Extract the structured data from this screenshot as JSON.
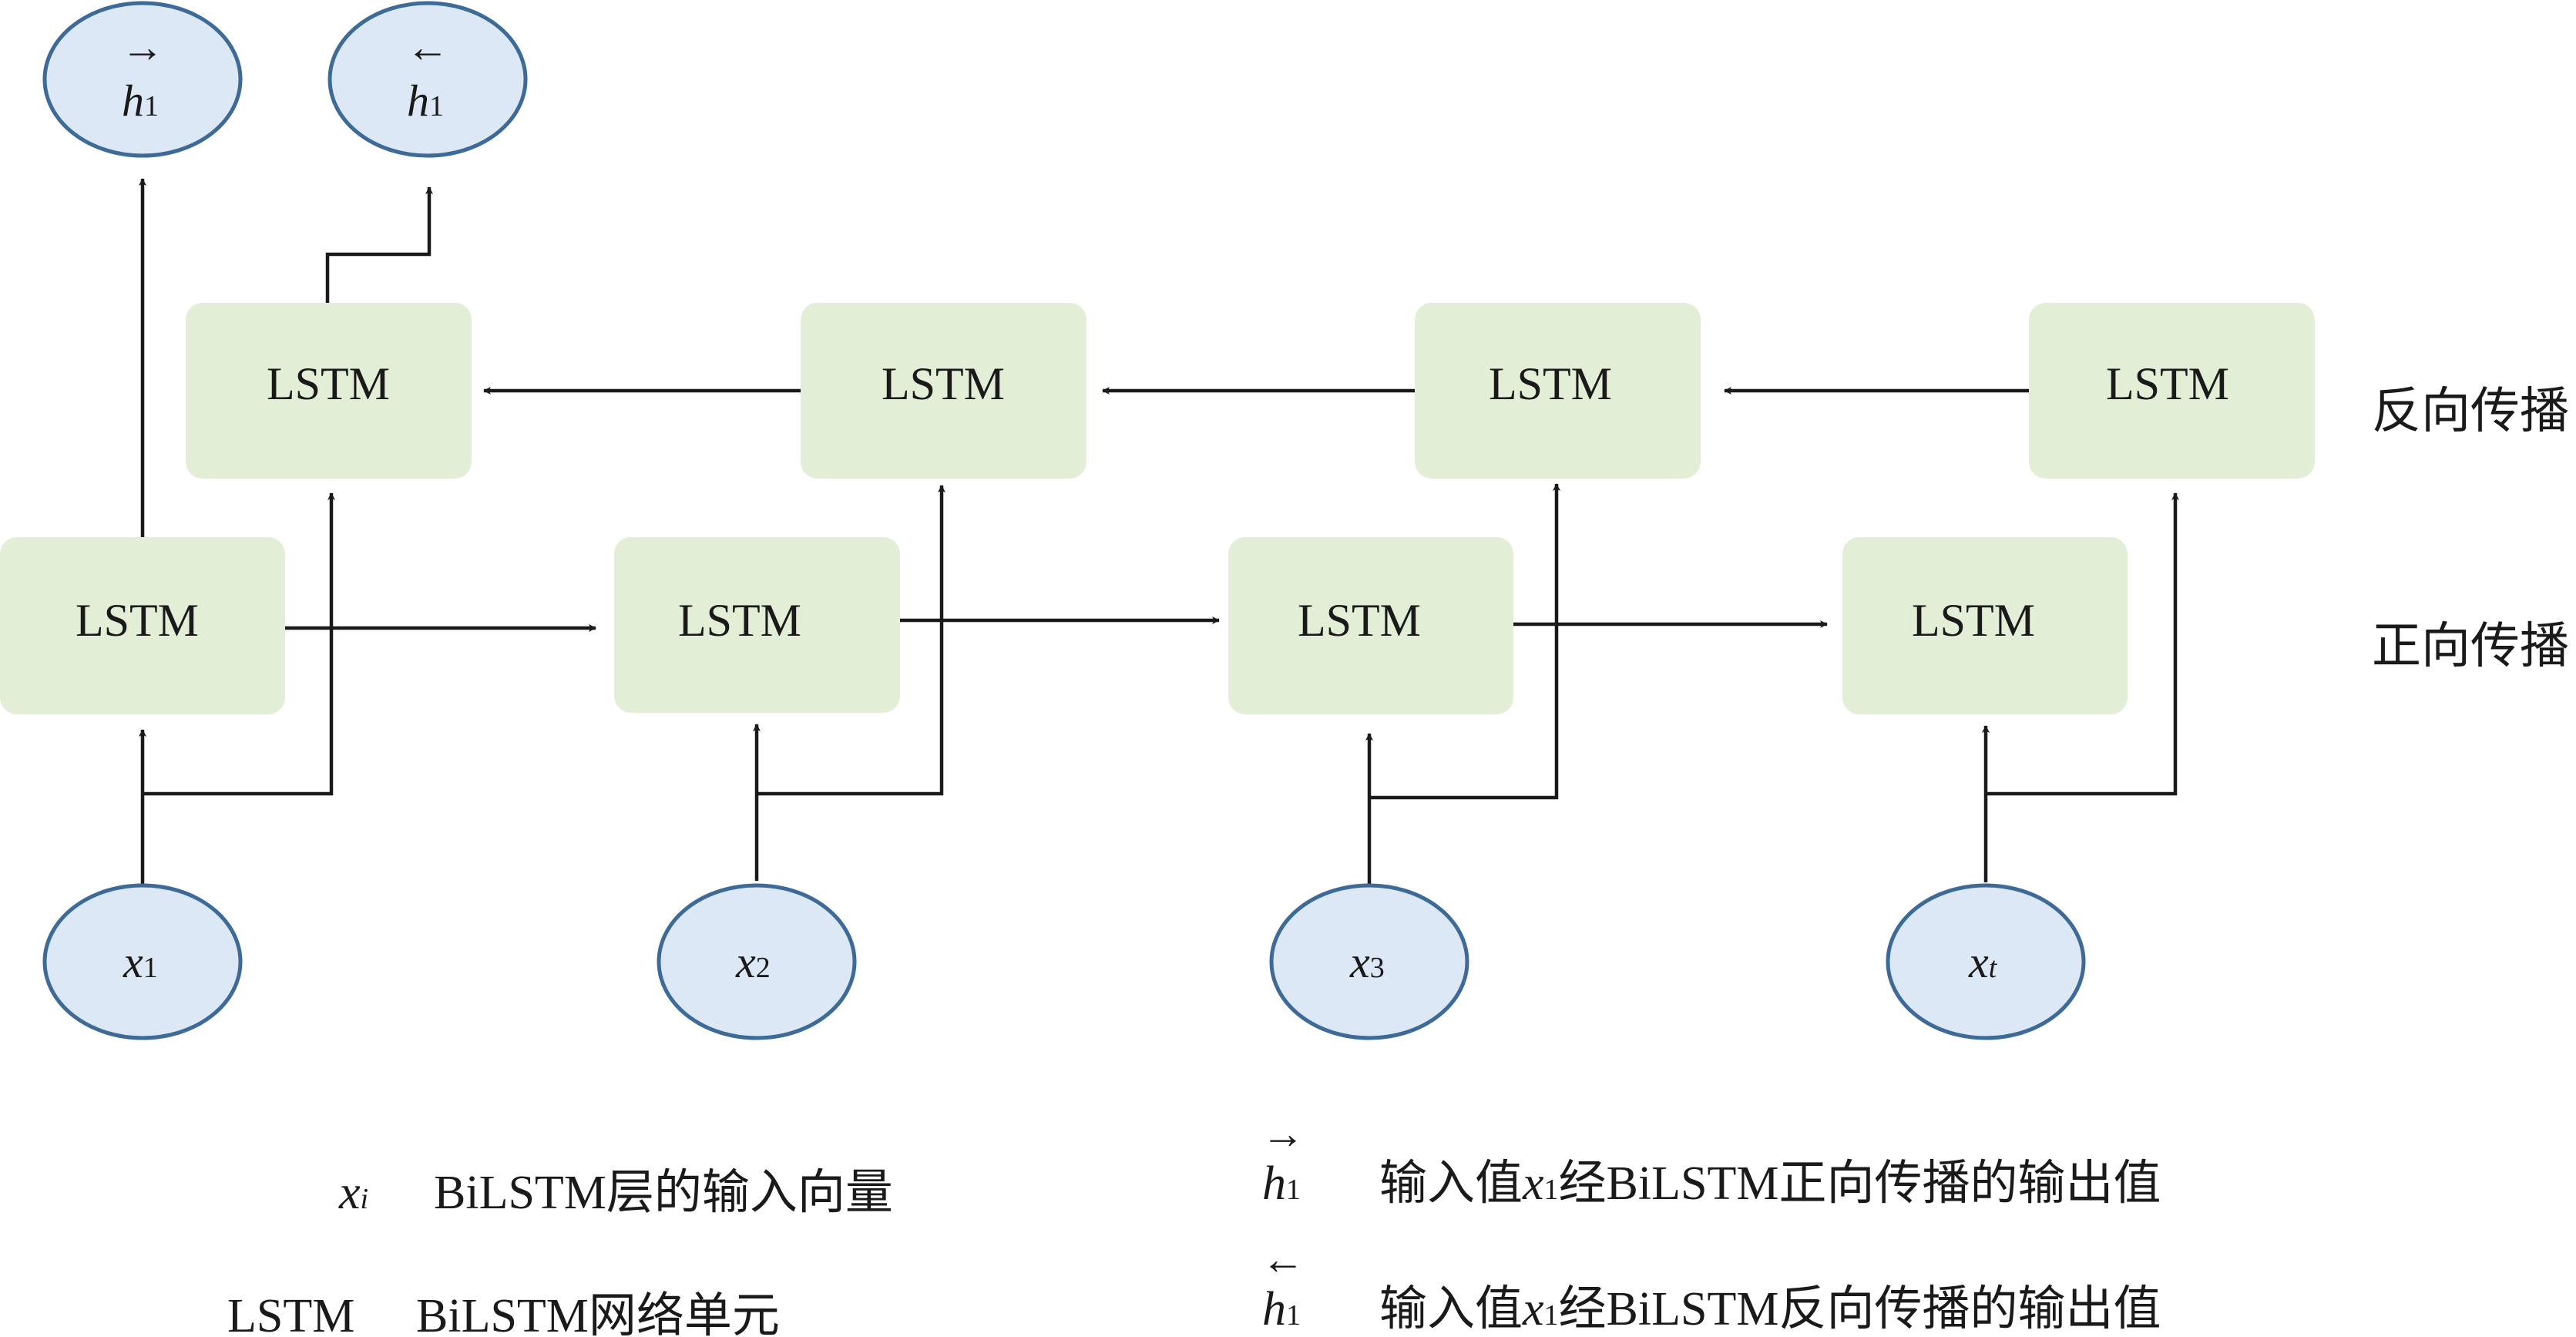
{
  "diagram": {
    "lstm_label": "LSTM",
    "backward_label": "反向传播",
    "forward_label": "正向传播",
    "inputs": [
      {
        "var": "x",
        "sub": "1"
      },
      {
        "var": "x",
        "sub": "2"
      },
      {
        "var": "x",
        "sub": "3"
      },
      {
        "var": "x",
        "sub": "t"
      }
    ],
    "outputs": [
      {
        "arrow": "→",
        "var": "h",
        "sub": "1"
      },
      {
        "arrow": "←",
        "var": "h",
        "sub": "1"
      }
    ],
    "colors": {
      "lstm_fill": "#e2eed6",
      "node_fill": "#dce8f5",
      "node_stroke": "#3d6a96",
      "line": "#1a1a1a"
    }
  },
  "legend": {
    "xi": {
      "var": "x",
      "sub": "i",
      "desc": "BiLSTM层的输入向量"
    },
    "lstm": {
      "term": "LSTM",
      "desc": "BiLSTM网络单元"
    },
    "h_forward": {
      "arrow": "→",
      "var": "h",
      "sub": "1",
      "desc_pre": "输入值",
      "desc_var": "x",
      "desc_sub": "1",
      "desc_post": "经BiLSTM正向传播的输出值"
    },
    "h_backward": {
      "arrow": "←",
      "var": "h",
      "sub": "1",
      "desc_pre": "输入值",
      "desc_var": "x",
      "desc_sub": "1",
      "desc_post": "经BiLSTM反向传播的输出值"
    }
  }
}
